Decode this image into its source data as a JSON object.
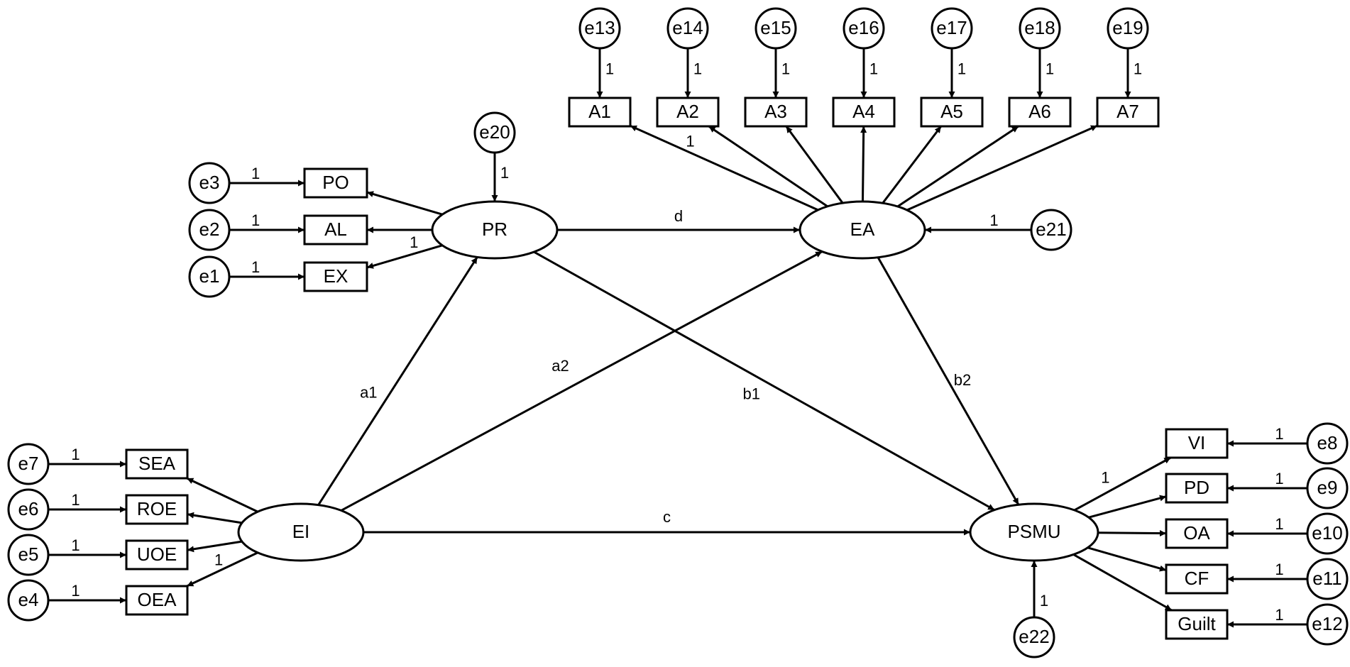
{
  "nodes": [
    {
      "id": "PR",
      "label": "PR",
      "kind": "latent"
    },
    {
      "id": "EA",
      "label": "EA",
      "kind": "latent"
    },
    {
      "id": "EI",
      "label": "EI",
      "kind": "latent"
    },
    {
      "id": "PSMU",
      "label": "PSMU",
      "kind": "latent"
    },
    {
      "id": "PO",
      "label": "PO",
      "kind": "indicator"
    },
    {
      "id": "AL",
      "label": "AL",
      "kind": "indicator"
    },
    {
      "id": "EX",
      "label": "EX",
      "kind": "indicator"
    },
    {
      "id": "SEA",
      "label": "SEA",
      "kind": "indicator"
    },
    {
      "id": "ROE",
      "label": "ROE",
      "kind": "indicator"
    },
    {
      "id": "UOE",
      "label": "UOE",
      "kind": "indicator"
    },
    {
      "id": "OEA",
      "label": "OEA",
      "kind": "indicator"
    },
    {
      "id": "A1",
      "label": "A1",
      "kind": "indicator"
    },
    {
      "id": "A2",
      "label": "A2",
      "kind": "indicator"
    },
    {
      "id": "A3",
      "label": "A3",
      "kind": "indicator"
    },
    {
      "id": "A4",
      "label": "A4",
      "kind": "indicator"
    },
    {
      "id": "A5",
      "label": "A5",
      "kind": "indicator"
    },
    {
      "id": "A6",
      "label": "A6",
      "kind": "indicator"
    },
    {
      "id": "A7",
      "label": "A7",
      "kind": "indicator"
    },
    {
      "id": "VI",
      "label": "VI",
      "kind": "indicator"
    },
    {
      "id": "PD",
      "label": "PD",
      "kind": "indicator"
    },
    {
      "id": "OA",
      "label": "OA",
      "kind": "indicator"
    },
    {
      "id": "CF",
      "label": "CF",
      "kind": "indicator"
    },
    {
      "id": "Guilt",
      "label": "Guilt",
      "kind": "indicator"
    },
    {
      "id": "e1",
      "label": "e1",
      "kind": "error"
    },
    {
      "id": "e2",
      "label": "e2",
      "kind": "error"
    },
    {
      "id": "e3",
      "label": "e3",
      "kind": "error"
    },
    {
      "id": "e4",
      "label": "e4",
      "kind": "error"
    },
    {
      "id": "e5",
      "label": "e5",
      "kind": "error"
    },
    {
      "id": "e6",
      "label": "e6",
      "kind": "error"
    },
    {
      "id": "e7",
      "label": "e7",
      "kind": "error"
    },
    {
      "id": "e8",
      "label": "e8",
      "kind": "error"
    },
    {
      "id": "e9",
      "label": "e9",
      "kind": "error"
    },
    {
      "id": "e10",
      "label": "e10",
      "kind": "error"
    },
    {
      "id": "e11",
      "label": "e11",
      "kind": "error"
    },
    {
      "id": "e12",
      "label": "e12",
      "kind": "error"
    },
    {
      "id": "e13",
      "label": "e13",
      "kind": "error"
    },
    {
      "id": "e14",
      "label": "e14",
      "kind": "error"
    },
    {
      "id": "e15",
      "label": "e15",
      "kind": "error"
    },
    {
      "id": "e16",
      "label": "e16",
      "kind": "error"
    },
    {
      "id": "e17",
      "label": "e17",
      "kind": "error"
    },
    {
      "id": "e18",
      "label": "e18",
      "kind": "error"
    },
    {
      "id": "e19",
      "label": "e19",
      "kind": "error"
    },
    {
      "id": "e20",
      "label": "e20",
      "kind": "error"
    },
    {
      "id": "e21",
      "label": "e21",
      "kind": "error"
    },
    {
      "id": "e22",
      "label": "e22",
      "kind": "error"
    }
  ],
  "edges": [
    {
      "from": "PR",
      "to": "EA",
      "label": "d"
    },
    {
      "from": "EI",
      "to": "PR",
      "label": "a1"
    },
    {
      "from": "EI",
      "to": "EA",
      "label": "a2"
    },
    {
      "from": "PR",
      "to": "PSMU",
      "label": "b1"
    },
    {
      "from": "EA",
      "to": "PSMU",
      "label": "b2"
    },
    {
      "from": "EI",
      "to": "PSMU",
      "label": "c"
    },
    {
      "from": "PR",
      "to": "PO",
      "label": ""
    },
    {
      "from": "PR",
      "to": "AL",
      "label": ""
    },
    {
      "from": "PR",
      "to": "EX",
      "label": "1"
    },
    {
      "from": "EA",
      "to": "A1",
      "label": "1"
    },
    {
      "from": "EA",
      "to": "A2",
      "label": ""
    },
    {
      "from": "EA",
      "to": "A3",
      "label": ""
    },
    {
      "from": "EA",
      "to": "A4",
      "label": ""
    },
    {
      "from": "EA",
      "to": "A5",
      "label": ""
    },
    {
      "from": "EA",
      "to": "A6",
      "label": ""
    },
    {
      "from": "EA",
      "to": "A7",
      "label": ""
    },
    {
      "from": "EI",
      "to": "SEA",
      "label": ""
    },
    {
      "from": "EI",
      "to": "ROE",
      "label": ""
    },
    {
      "from": "EI",
      "to": "UOE",
      "label": ""
    },
    {
      "from": "EI",
      "to": "OEA",
      "label": "1"
    },
    {
      "from": "PSMU",
      "to": "VI",
      "label": "1"
    },
    {
      "from": "PSMU",
      "to": "PD",
      "label": ""
    },
    {
      "from": "PSMU",
      "to": "OA",
      "label": ""
    },
    {
      "from": "PSMU",
      "to": "CF",
      "label": ""
    },
    {
      "from": "PSMU",
      "to": "Guilt",
      "label": ""
    },
    {
      "from": "e1",
      "to": "EX",
      "label": "1"
    },
    {
      "from": "e2",
      "to": "AL",
      "label": "1"
    },
    {
      "from": "e3",
      "to": "PO",
      "label": "1"
    },
    {
      "from": "e4",
      "to": "OEA",
      "label": "1"
    },
    {
      "from": "e5",
      "to": "UOE",
      "label": "1"
    },
    {
      "from": "e6",
      "to": "ROE",
      "label": "1"
    },
    {
      "from": "e7",
      "to": "SEA",
      "label": "1"
    },
    {
      "from": "e8",
      "to": "VI",
      "label": "1"
    },
    {
      "from": "e9",
      "to": "PD",
      "label": "1"
    },
    {
      "from": "e10",
      "to": "OA",
      "label": "1"
    },
    {
      "from": "e11",
      "to": "CF",
      "label": "1"
    },
    {
      "from": "e12",
      "to": "Guilt",
      "label": "1"
    },
    {
      "from": "e13",
      "to": "A1",
      "label": "1"
    },
    {
      "from": "e14",
      "to": "A2",
      "label": "1"
    },
    {
      "from": "e15",
      "to": "A3",
      "label": "1"
    },
    {
      "from": "e16",
      "to": "A4",
      "label": "1"
    },
    {
      "from": "e17",
      "to": "A5",
      "label": "1"
    },
    {
      "from": "e18",
      "to": "A6",
      "label": "1"
    },
    {
      "from": "e19",
      "to": "A7",
      "label": "1"
    },
    {
      "from": "e20",
      "to": "PR",
      "label": "1"
    },
    {
      "from": "e21",
      "to": "EA",
      "label": "1"
    },
    {
      "from": "e22",
      "to": "PSMU",
      "label": "1"
    }
  ]
}
